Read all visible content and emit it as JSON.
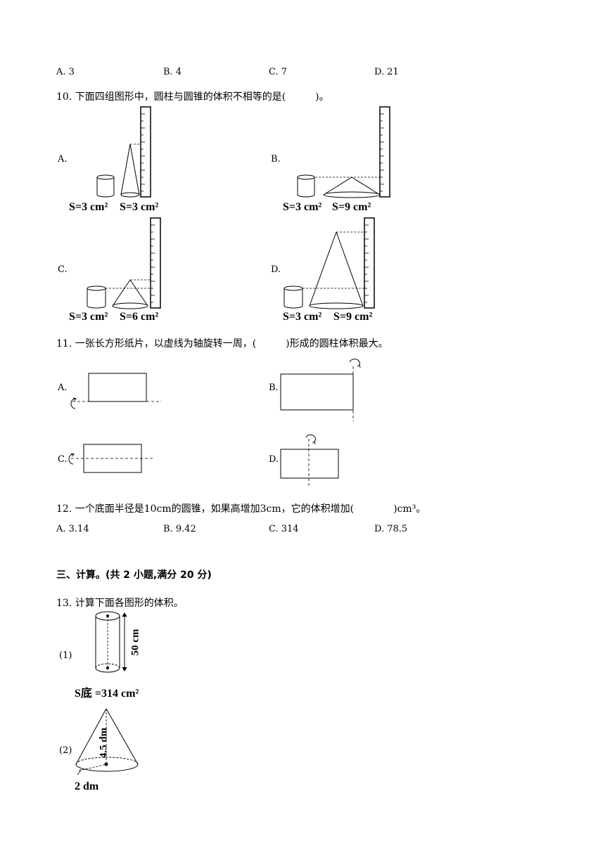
{
  "q9_options": [
    "A. 3",
    "B. 4",
    "C. 7",
    "D. 21"
  ],
  "q10": {
    "question": "10. 下面四组图形中，圆柱与圆锥的体积不相等的是(　　　)。",
    "options": [
      {
        "letter": "A.",
        "s_cyl": "S=3 cm²",
        "s_cone": "S=3 cm²"
      },
      {
        "letter": "B.",
        "s_cyl": "S=3 cm²",
        "s_cone": "S=9 cm²"
      },
      {
        "letter": "C.",
        "s_cyl": "S=3 cm²",
        "s_cone": "S=6 cm²"
      },
      {
        "letter": "D.",
        "s_cyl": "S=3 cm²",
        "s_cone": "S=9 cm²"
      }
    ]
  },
  "q11": {
    "question": "11. 一张长方形纸片，以虚线为轴旋转一周，(　　　)形成的圆柱体积最大。",
    "options": [
      "A.",
      "B.",
      "C.",
      "D."
    ]
  },
  "q12": {
    "question": "12. 一个底面半径是10cm的圆锥，如果高增加3cm，它的体积增加(　　　　)cm³。",
    "options": [
      "A. 3.14",
      "B. 9.42",
      "C. 314",
      "D. 78.5"
    ]
  },
  "section3": {
    "title": "三、计算。(共 2 小题,满分 20 分)",
    "q13": "13. 计算下面各图形的体积。",
    "fig1": {
      "label": "(1)",
      "height": "50 cm",
      "base_area": "S底 =314 cm²"
    },
    "fig2": {
      "label": "(2)",
      "height": "4.5 dm",
      "radius": "2 dm"
    }
  }
}
